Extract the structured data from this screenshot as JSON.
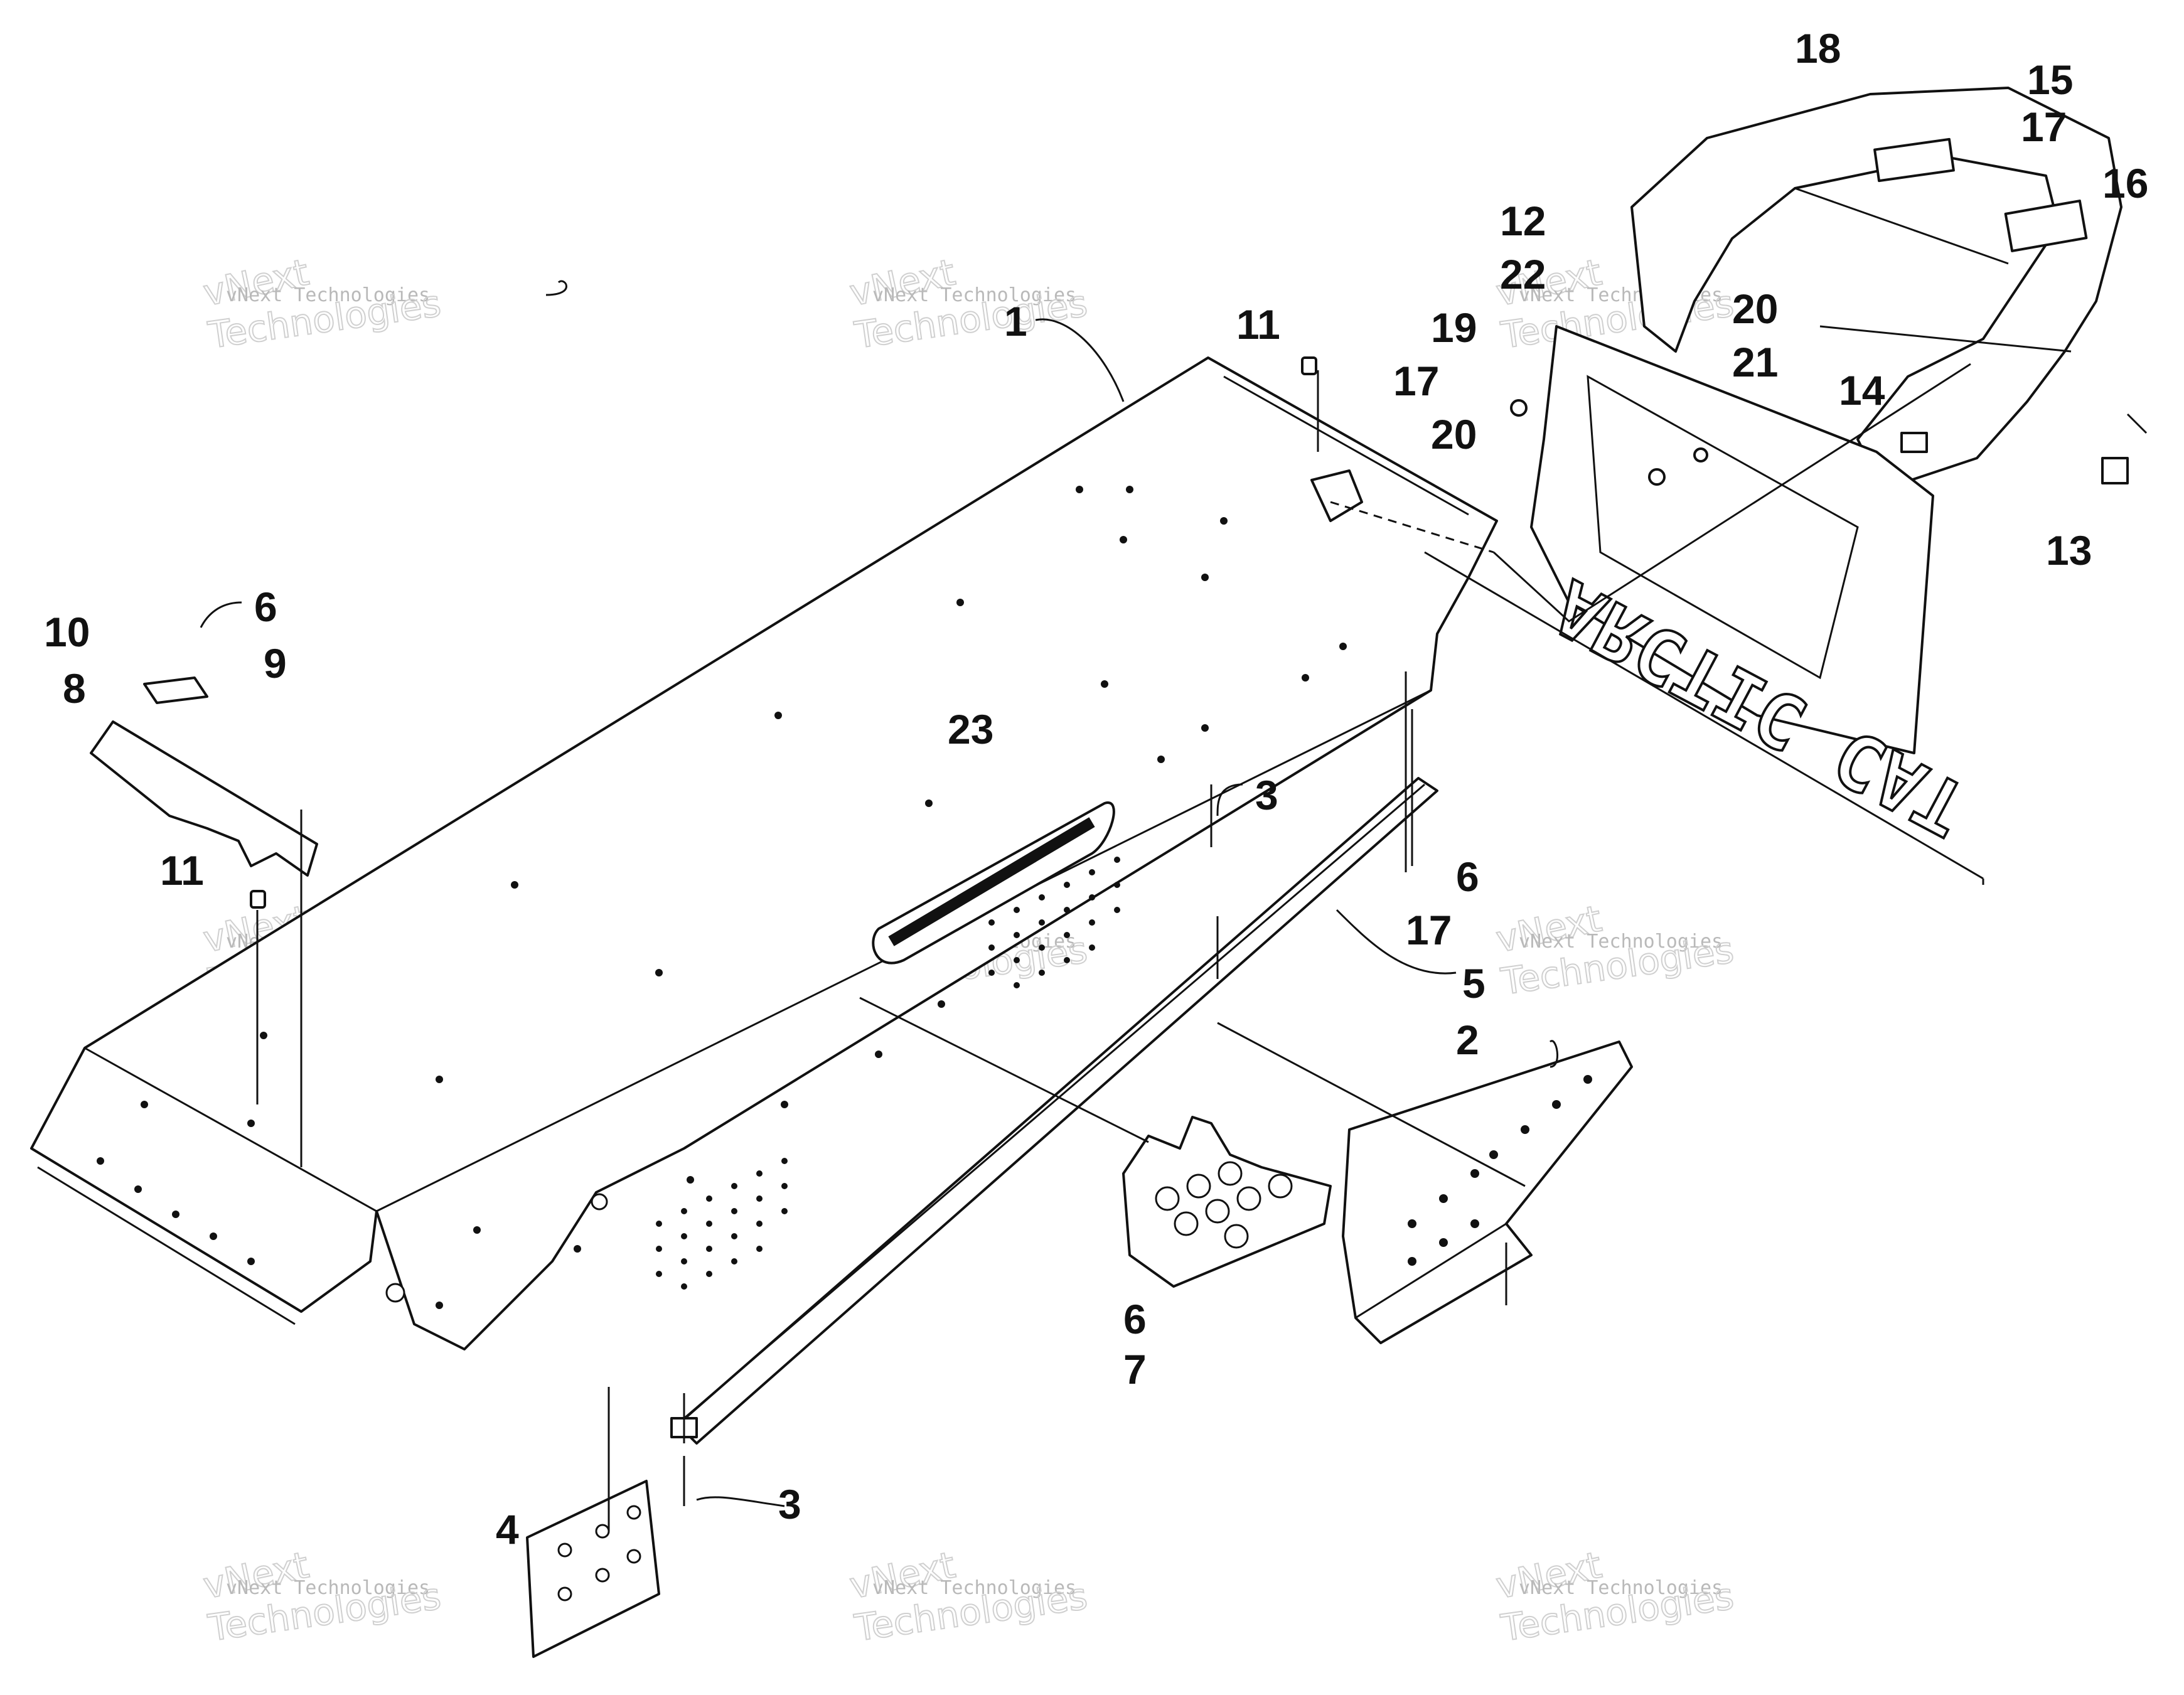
{
  "callouts": [
    {
      "num": "1"
    },
    {
      "num": "2"
    },
    {
      "num": "3"
    },
    {
      "num": "3"
    },
    {
      "num": "4"
    },
    {
      "num": "5"
    },
    {
      "num": "6"
    },
    {
      "num": "6"
    },
    {
      "num": "6"
    },
    {
      "num": "7"
    },
    {
      "num": "8"
    },
    {
      "num": "9"
    },
    {
      "num": "10"
    },
    {
      "num": "11"
    },
    {
      "num": "11"
    },
    {
      "num": "12"
    },
    {
      "num": "13"
    },
    {
      "num": "14"
    },
    {
      "num": "15"
    },
    {
      "num": "16"
    },
    {
      "num": "17"
    },
    {
      "num": "17"
    },
    {
      "num": "17"
    },
    {
      "num": "18"
    },
    {
      "num": "19"
    },
    {
      "num": "20"
    },
    {
      "num": "20"
    },
    {
      "num": "21"
    },
    {
      "num": "22"
    },
    {
      "num": "23"
    }
  ],
  "flap_brand": "ARCTIC CAT",
  "watermark": {
    "line1": "vNext Technologies",
    "line2": "vNext",
    "line3": "Technologies"
  },
  "colors": {
    "ink": "#111111",
    "paper": "#ffffff",
    "watermark": "#c8c8c8"
  }
}
